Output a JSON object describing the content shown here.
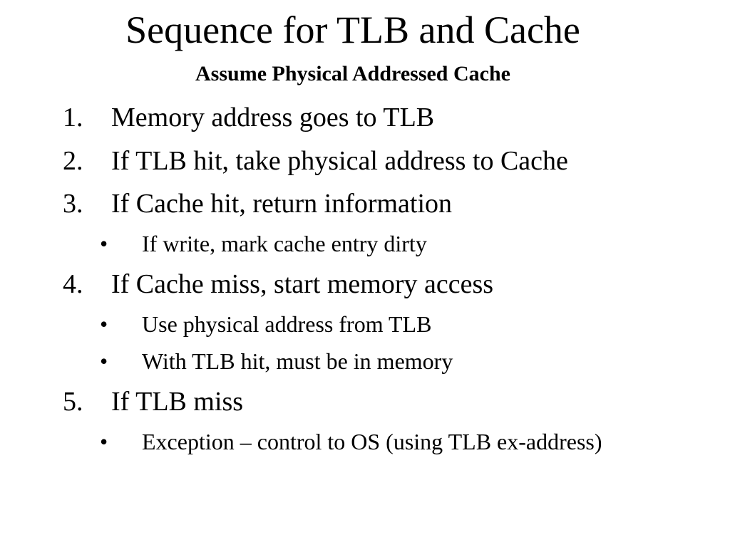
{
  "slide": {
    "title": "Sequence for TLB and Cache",
    "subtitle": "Assume Physical Addressed Cache",
    "items": [
      {
        "number": "1.",
        "text": "Memory address goes to TLB"
      },
      {
        "number": "2.",
        "text": "If TLB hit, take physical address to Cache"
      },
      {
        "number": "3.",
        "text": "If Cache hit, return information"
      },
      {
        "bullet": "•",
        "text": "If write, mark cache entry dirty"
      },
      {
        "number": "4.",
        "text": "If Cache miss, start memory access"
      },
      {
        "bullet": "•",
        "text": "Use physical address from TLB"
      },
      {
        "bullet": "•",
        "text": "With TLB hit, must be in memory"
      },
      {
        "number": "5.",
        "text": "If TLB miss"
      },
      {
        "bullet": "•",
        "text": "Exception – control to OS (using TLB ex-address)"
      }
    ]
  }
}
